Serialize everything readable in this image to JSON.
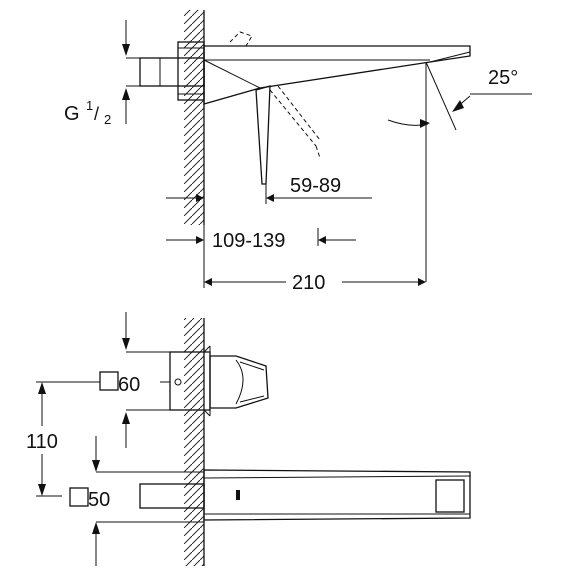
{
  "drawing": {
    "side_view": {
      "thread_label": {
        "main": "G",
        "num": "1",
        "slash": "/",
        "den": "2"
      },
      "angle_label": "25°",
      "dim_projection": "59-89",
      "dim_wall_depth": "109-139",
      "dim_total_length": "210"
    },
    "front_view": {
      "rosette_size_label": "60",
      "spout_size_label": "50",
      "dim_vertical_spacing": "110"
    }
  },
  "colors": {
    "line": "#111111",
    "background": "#ffffff"
  }
}
